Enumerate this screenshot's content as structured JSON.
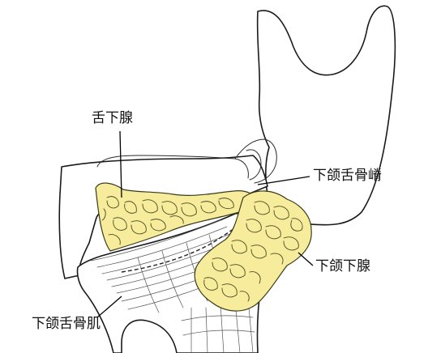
{
  "labels": {
    "sublingual_gland": "舌下腺",
    "mylohyoid_line": "下颌舌骨嵴",
    "submandibular_gland": "下颌下腺",
    "mylohyoid_muscle": "下颌舌骨肌"
  },
  "colors": {
    "gland_fill": "#f7ec9c",
    "outline": "#1a1a1a",
    "background": "#ffffff"
  }
}
